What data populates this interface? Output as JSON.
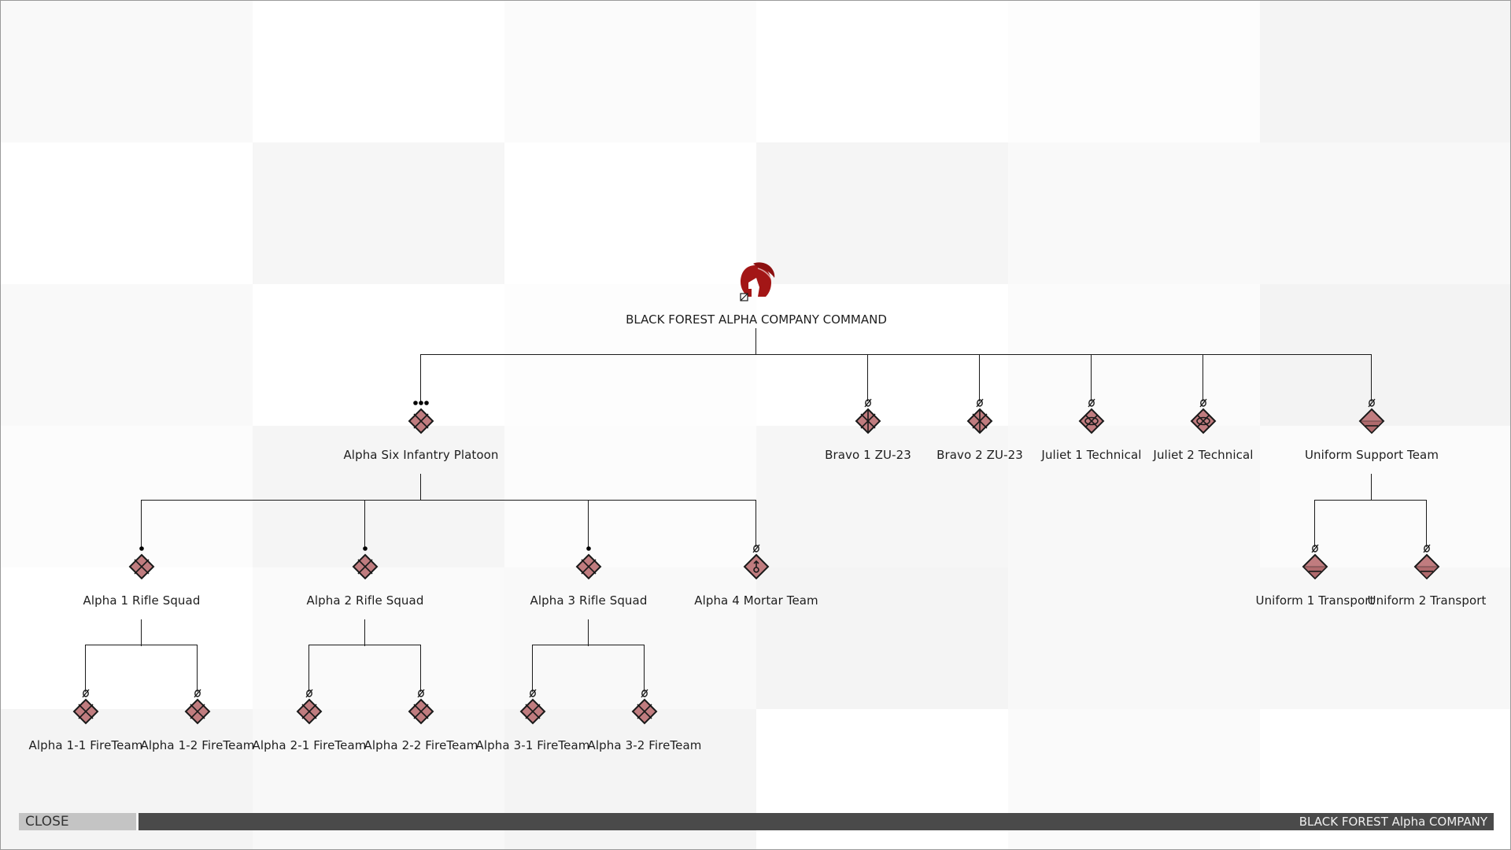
{
  "hq": {
    "label": "BLACK FOREST ALPHA COMPANY COMMAND",
    "echelon": "Ø"
  },
  "colors": {
    "unit_fill": "#c07c7f",
    "unit_stroke": "#1a1a1a",
    "logo": "#a31616",
    "bar": "#4a4a4a",
    "close_bg": "#c4c4c4"
  },
  "units": {
    "platoon": {
      "label": "Alpha Six Infantry Platoon",
      "echelon": "•••",
      "symbol": "infantry"
    },
    "bravo1": {
      "label": "Bravo 1 ZU-23",
      "echelon": "Ø",
      "symbol": "air-defense"
    },
    "bravo2": {
      "label": "Bravo 2 ZU-23",
      "echelon": "Ø",
      "symbol": "air-defense"
    },
    "juliet1": {
      "label": "Juliet 1 Technical",
      "echelon": "Ø",
      "symbol": "motorized"
    },
    "juliet2": {
      "label": "Juliet 2 Technical",
      "echelon": "Ø",
      "symbol": "motorized"
    },
    "uniform": {
      "label": "Uniform Support Team",
      "echelon": "Ø",
      "symbol": "support"
    },
    "alpha1": {
      "label": "Alpha 1 Rifle Squad",
      "echelon": "•",
      "symbol": "infantry"
    },
    "alpha2": {
      "label": "Alpha 2 Rifle Squad",
      "echelon": "•",
      "symbol": "infantry"
    },
    "alpha3": {
      "label": "Alpha 3 Rifle Squad",
      "echelon": "•",
      "symbol": "infantry"
    },
    "alpha4": {
      "label": "Alpha 4 Mortar Team",
      "echelon": "Ø",
      "symbol": "mortar"
    },
    "uniform1": {
      "label": "Uniform 1 Transport",
      "echelon": "Ø",
      "symbol": "transport"
    },
    "uniform2": {
      "label": "Uniform 2 Transport",
      "echelon": "Ø",
      "symbol": "transport"
    },
    "alpha11": {
      "label": "Alpha 1-1 FireTeam",
      "echelon": "Ø",
      "symbol": "infantry"
    },
    "alpha12": {
      "label": "Alpha 1-2 FireTeam",
      "echelon": "Ø",
      "symbol": "infantry"
    },
    "alpha21": {
      "label": "Alpha 2-1 FireTeam",
      "echelon": "Ø",
      "symbol": "infantry"
    },
    "alpha22": {
      "label": "Alpha 2-2 FireTeam",
      "echelon": "Ø",
      "symbol": "infantry"
    },
    "alpha31": {
      "label": "Alpha 3-1 FireTeam",
      "echelon": "Ø",
      "symbol": "infantry"
    },
    "alpha32": {
      "label": "Alpha 3-2 FireTeam",
      "echelon": "Ø",
      "symbol": "infantry"
    }
  },
  "footer": {
    "close_label": "CLOSE",
    "company_label": "BLACK FOREST Alpha COMPANY"
  }
}
